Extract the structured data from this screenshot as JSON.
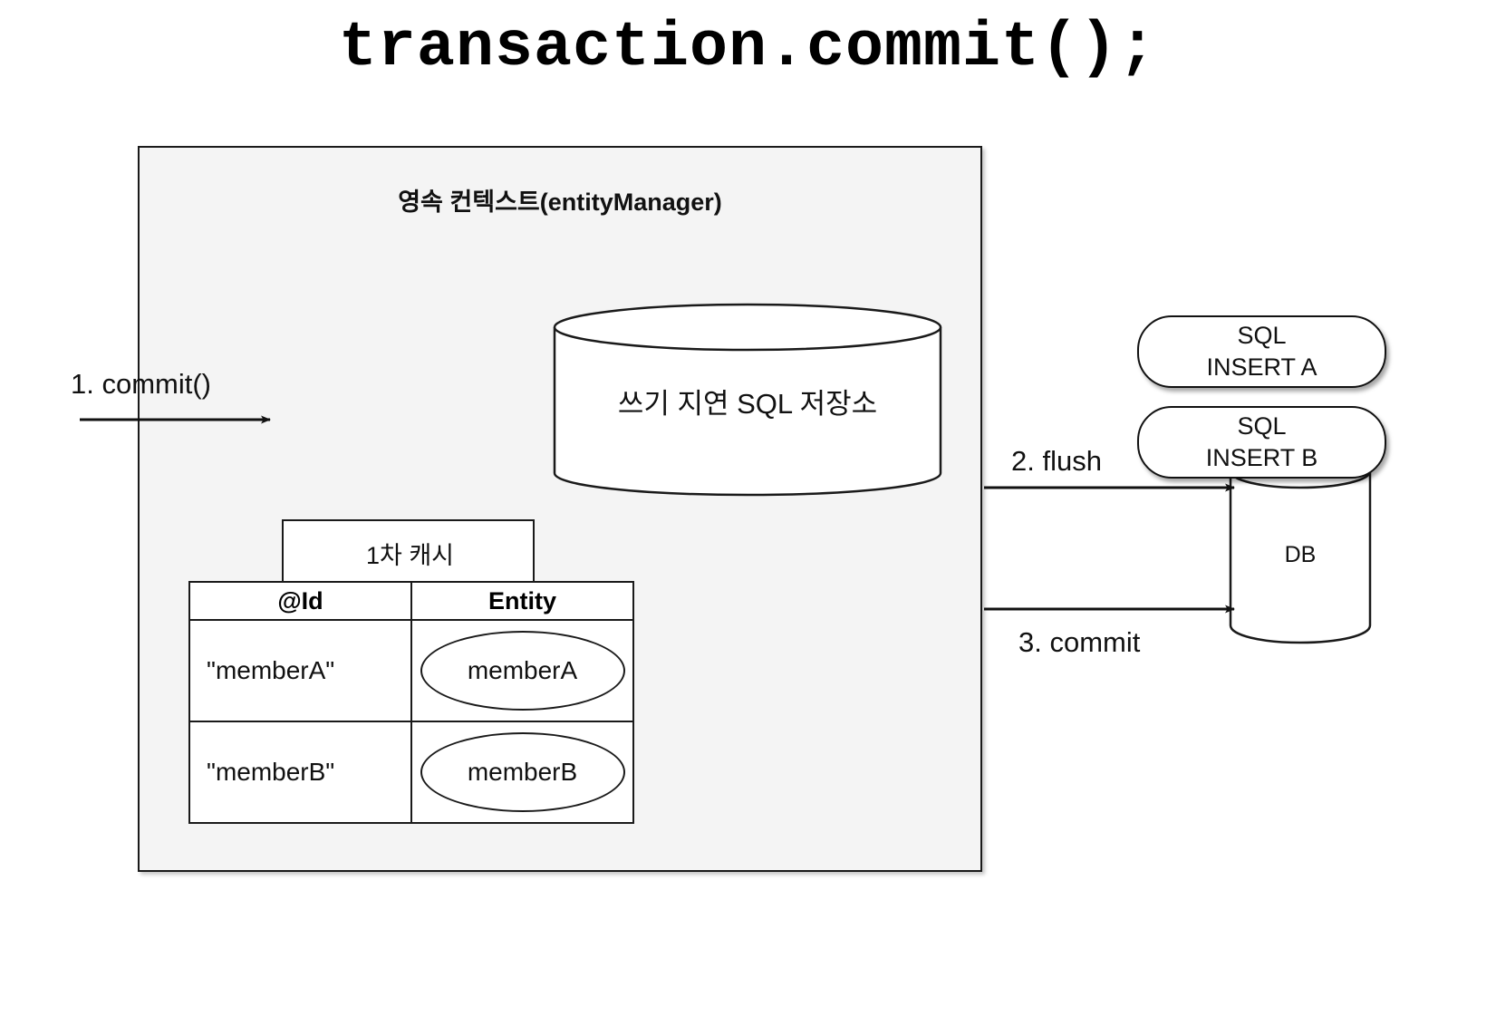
{
  "slide": {
    "title": "transaction.commit();"
  },
  "persistence_context": {
    "title": "영속 컨텍스트(entityManager)",
    "sql_store": {
      "label": "쓰기 지연 SQL 저장소",
      "icon": "cylinder-icon"
    },
    "first_level_cache": {
      "tab_label": "1차 캐시",
      "columns": [
        "@Id",
        "Entity"
      ],
      "rows": [
        {
          "id": "\"memberA\"",
          "entity": "memberA"
        },
        {
          "id": "\"memberB\"",
          "entity": "memberB"
        }
      ]
    }
  },
  "database": {
    "label": "DB",
    "icon": "cylinder-icon",
    "sql_statements": [
      {
        "line1": "SQL",
        "line2": "INSERT A",
        "text": "SQL\nINSERT A"
      },
      {
        "line1": "SQL",
        "line2": "INSERT B",
        "text": "SQL\nINSERT B"
      }
    ]
  },
  "flow_labels": {
    "step1": "1. commit()",
    "step2": "2. flush",
    "step3": "3. commit"
  },
  "colors": {
    "context_fill": "#f4f4f4",
    "stroke": "#1a1a1a",
    "text": "#111111",
    "page_background": "#ffffff"
  }
}
